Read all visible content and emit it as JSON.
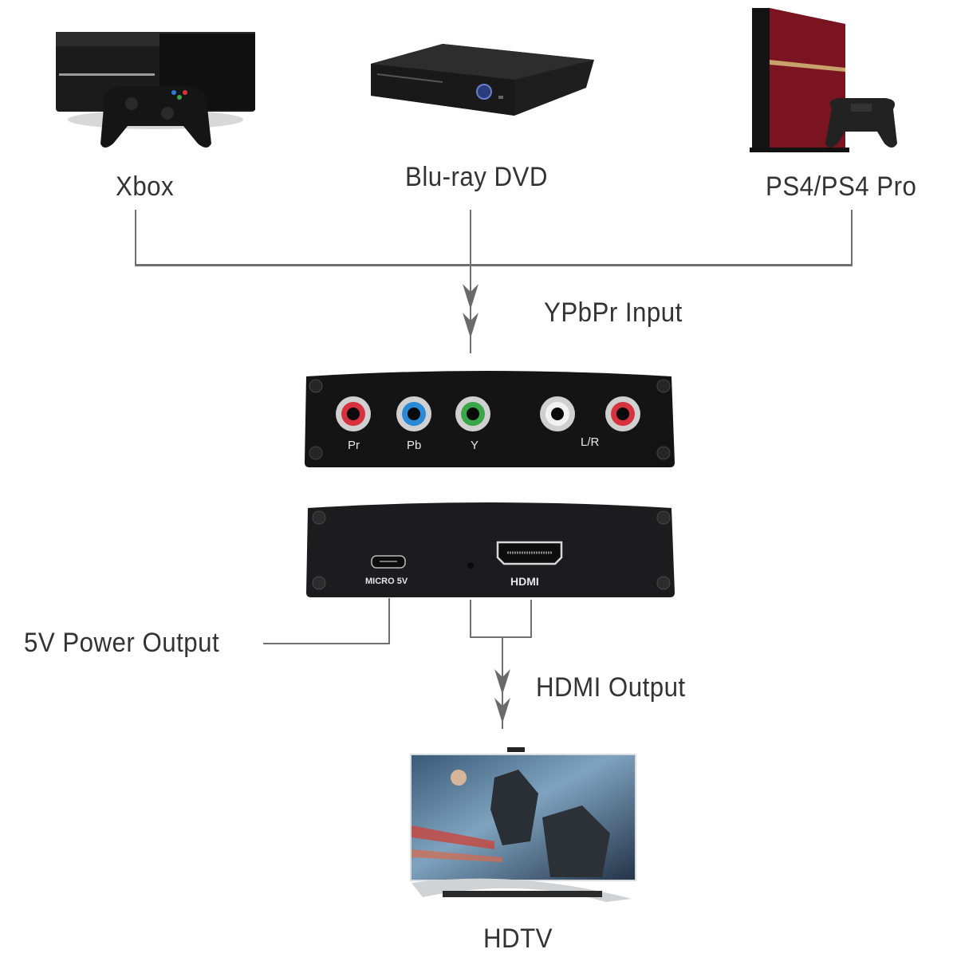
{
  "sources": [
    {
      "name": "Xbox",
      "icon": "xbox-console-icon"
    },
    {
      "name": "Blu-ray DVD",
      "icon": "bluray-player-icon"
    },
    {
      "name": "PS4/PS4 Pro",
      "icon": "ps4-console-icon"
    }
  ],
  "input_label": "YPbPr Input",
  "input_panel": {
    "ports": [
      {
        "label": "Pr",
        "color": "#d7323f"
      },
      {
        "label": "Pb",
        "color": "#2a8ad8"
      },
      {
        "label": "Y",
        "color": "#3aa64a"
      },
      {
        "label": "",
        "color": "#f2f2f2"
      },
      {
        "label": "",
        "color": "#d7323f"
      }
    ],
    "audio_label": "L/R"
  },
  "output_panel": {
    "micro_label": "MICRO 5V",
    "hdmi_label": "HDMI"
  },
  "power_label": "5V Power Output",
  "output_label": "HDMI Output",
  "display_label": "HDTV"
}
